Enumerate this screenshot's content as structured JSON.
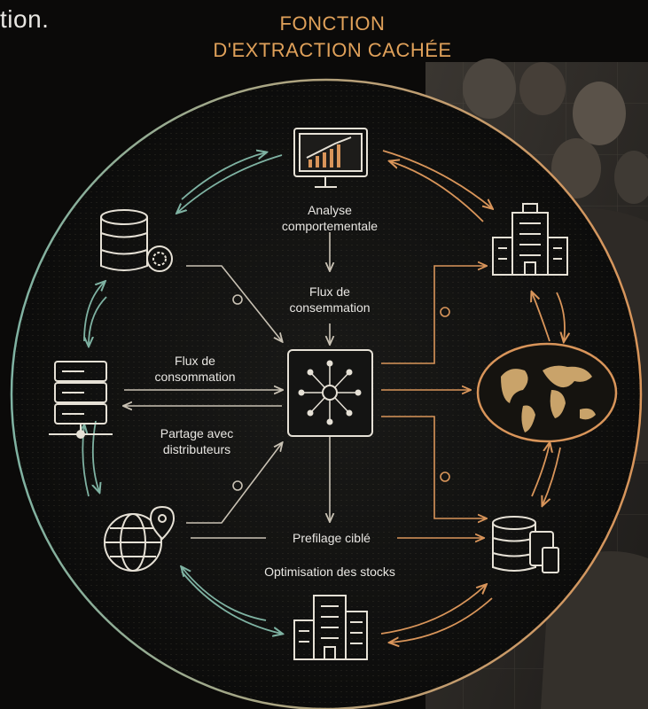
{
  "corner_text": "tion.",
  "title_line1": "FONCTION",
  "title_line2": "D'EXTRACTION CACHÉE",
  "labels": {
    "analyse": [
      "Analyse",
      "comportementale"
    ],
    "flux_center": [
      "Flux de",
      "consemmation"
    ],
    "flux_left": [
      "Flux de",
      "consommation"
    ],
    "partage": [
      "Partage avec",
      "distributeurs"
    ],
    "profilage": "Prefilage ciblé",
    "optimisation": "Optimisation des stocks"
  },
  "icons": {
    "top": "monitor-chart-icon",
    "right_top": "building-icon",
    "right_middle": "world-map-icon",
    "right_bottom": "database-devices-icon",
    "bottom": "city-buildings-icon",
    "left_top": "database-gear-icon",
    "left_middle": "server-icon",
    "left_bottom": "globe-location-icon",
    "center": "network-hub-icon"
  },
  "colors": {
    "teal": "#7fb3a3",
    "orange": "#d9955a",
    "label": "#e8e6e2",
    "title": "#e0a15a"
  }
}
